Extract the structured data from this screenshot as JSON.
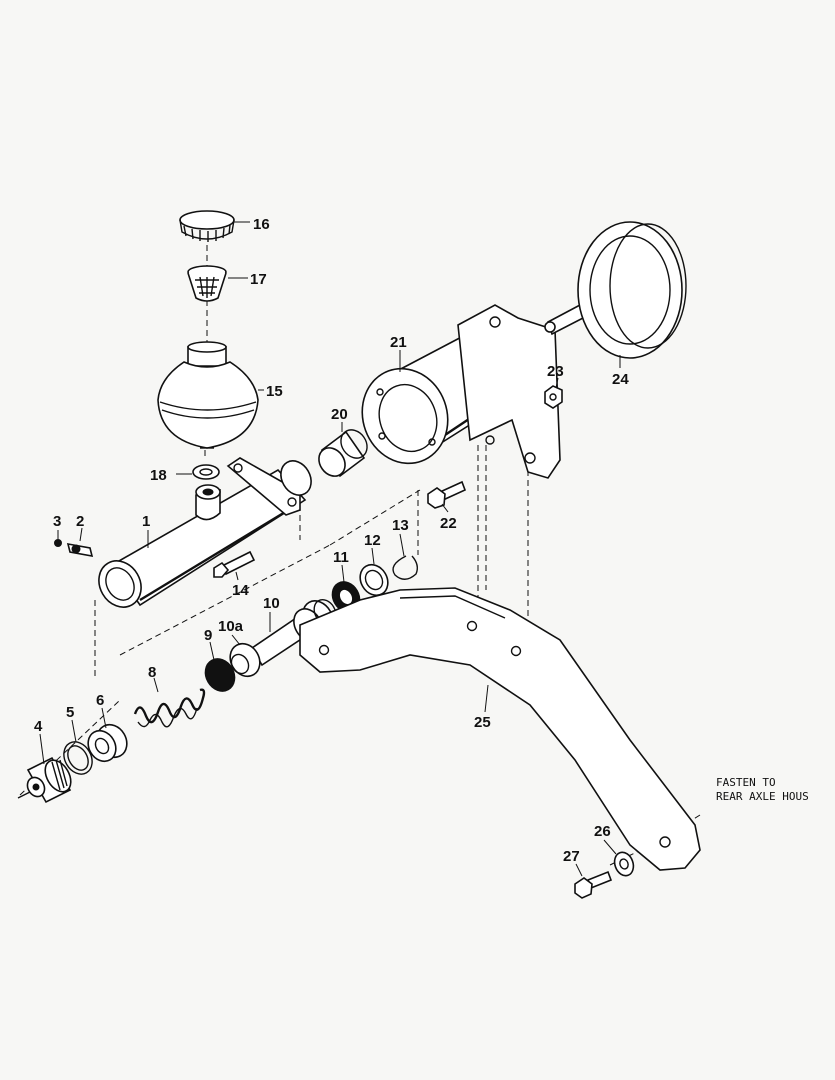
{
  "part_labels": {
    "p1": "1",
    "p2": "2",
    "p3": "3",
    "p4": "4",
    "p5": "5",
    "p6": "6",
    "p8": "8",
    "p9": "9",
    "p10": "10",
    "p10a": "10a",
    "p11": "11",
    "p12": "12",
    "p13": "13",
    "p14": "14",
    "p15": "15",
    "p16": "16",
    "p17": "17",
    "p18": "18",
    "p20": "20",
    "p21": "21",
    "p22": "22",
    "p23": "23",
    "p24": "24",
    "p25": "25",
    "p26": "26",
    "p27": "27"
  },
  "note": {
    "line1": "FASTEN TO",
    "line2": "REAR AXLE HOUS"
  },
  "colors": {
    "ink": "#111111",
    "paper": "#f7f7f5"
  }
}
